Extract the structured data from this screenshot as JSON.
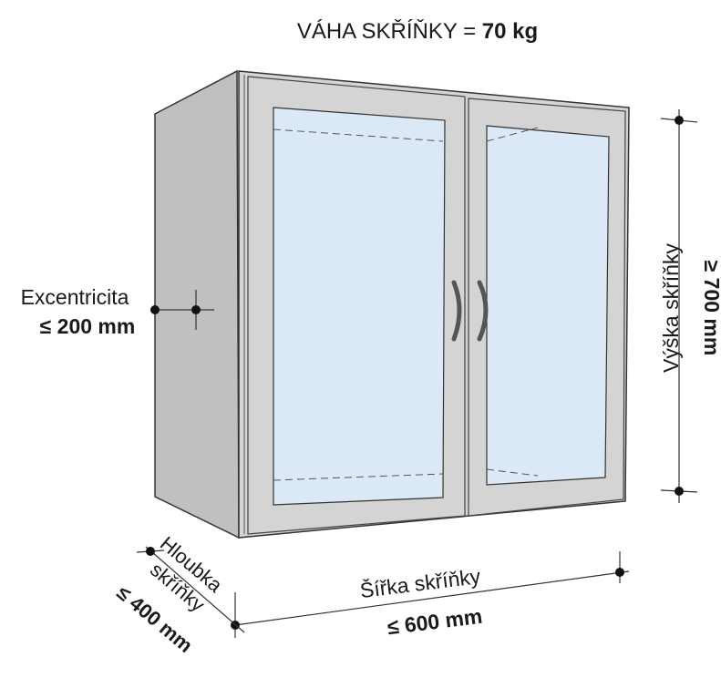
{
  "title": {
    "prefix": "VÁHA SKŘÍŇKY = ",
    "value": "70 kg"
  },
  "eccentricity": {
    "label": "Excentricita",
    "value": "≤ 200 mm"
  },
  "height": {
    "label": "Výška skříňky",
    "value": "≥ 700 mm"
  },
  "width": {
    "label": "Šířka skříňky",
    "value": "≤ 600 mm"
  },
  "depth": {
    "label_line1": "Hloubka",
    "label_line2": "skříňky",
    "value": "≤ 400 mm"
  },
  "colors": {
    "side": "#c0c0c0",
    "front": "#d4d4d4",
    "glass": "#dbe8f5",
    "line": "#333333"
  }
}
